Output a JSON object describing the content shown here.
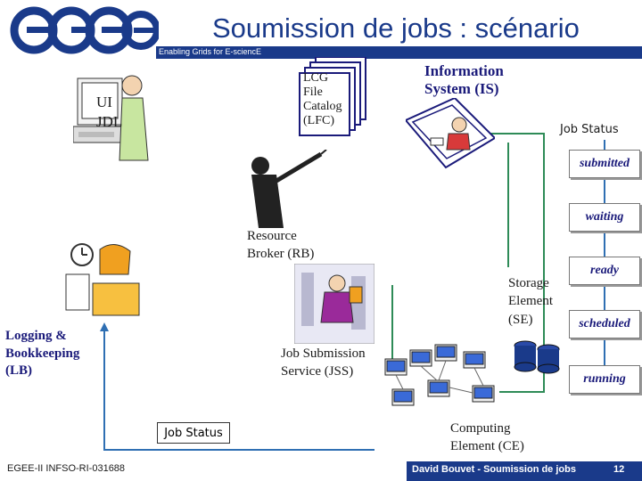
{
  "header": {
    "logo_text": "egee",
    "title": "Soumission de jobs : scénario",
    "tagline": "Enabling Grids for E-sciencE"
  },
  "components": {
    "ui": [
      "UI",
      "JDL"
    ],
    "lfc": [
      "LCG",
      "File",
      "Catalog",
      "(LFC)"
    ],
    "is": [
      "Information",
      "System (IS)"
    ],
    "rb": [
      "Resource",
      "Broker (RB)"
    ],
    "lb": [
      "Logging &",
      "Bookkeeping",
      "(LB)"
    ],
    "jss": [
      "Job Submission",
      "Service (JSS)"
    ],
    "se": [
      "Storage",
      "Element",
      "(SE)"
    ],
    "ce": [
      "Computing",
      "Element (CE)"
    ]
  },
  "job_status": {
    "label_top": "Job Status",
    "label_bottom": "Job Status",
    "states": [
      "submitted",
      "waiting",
      "ready",
      "scheduled",
      "running"
    ]
  },
  "colors": {
    "brand_blue": "#1a3a8a",
    "flow_green": "#2e8b57",
    "logo_blue": "#1a3a8a"
  },
  "footer": {
    "left": "EGEE-II INFSO-RI-031688",
    "author": "David Bouvet - Soumission de jobs",
    "page": "12"
  }
}
